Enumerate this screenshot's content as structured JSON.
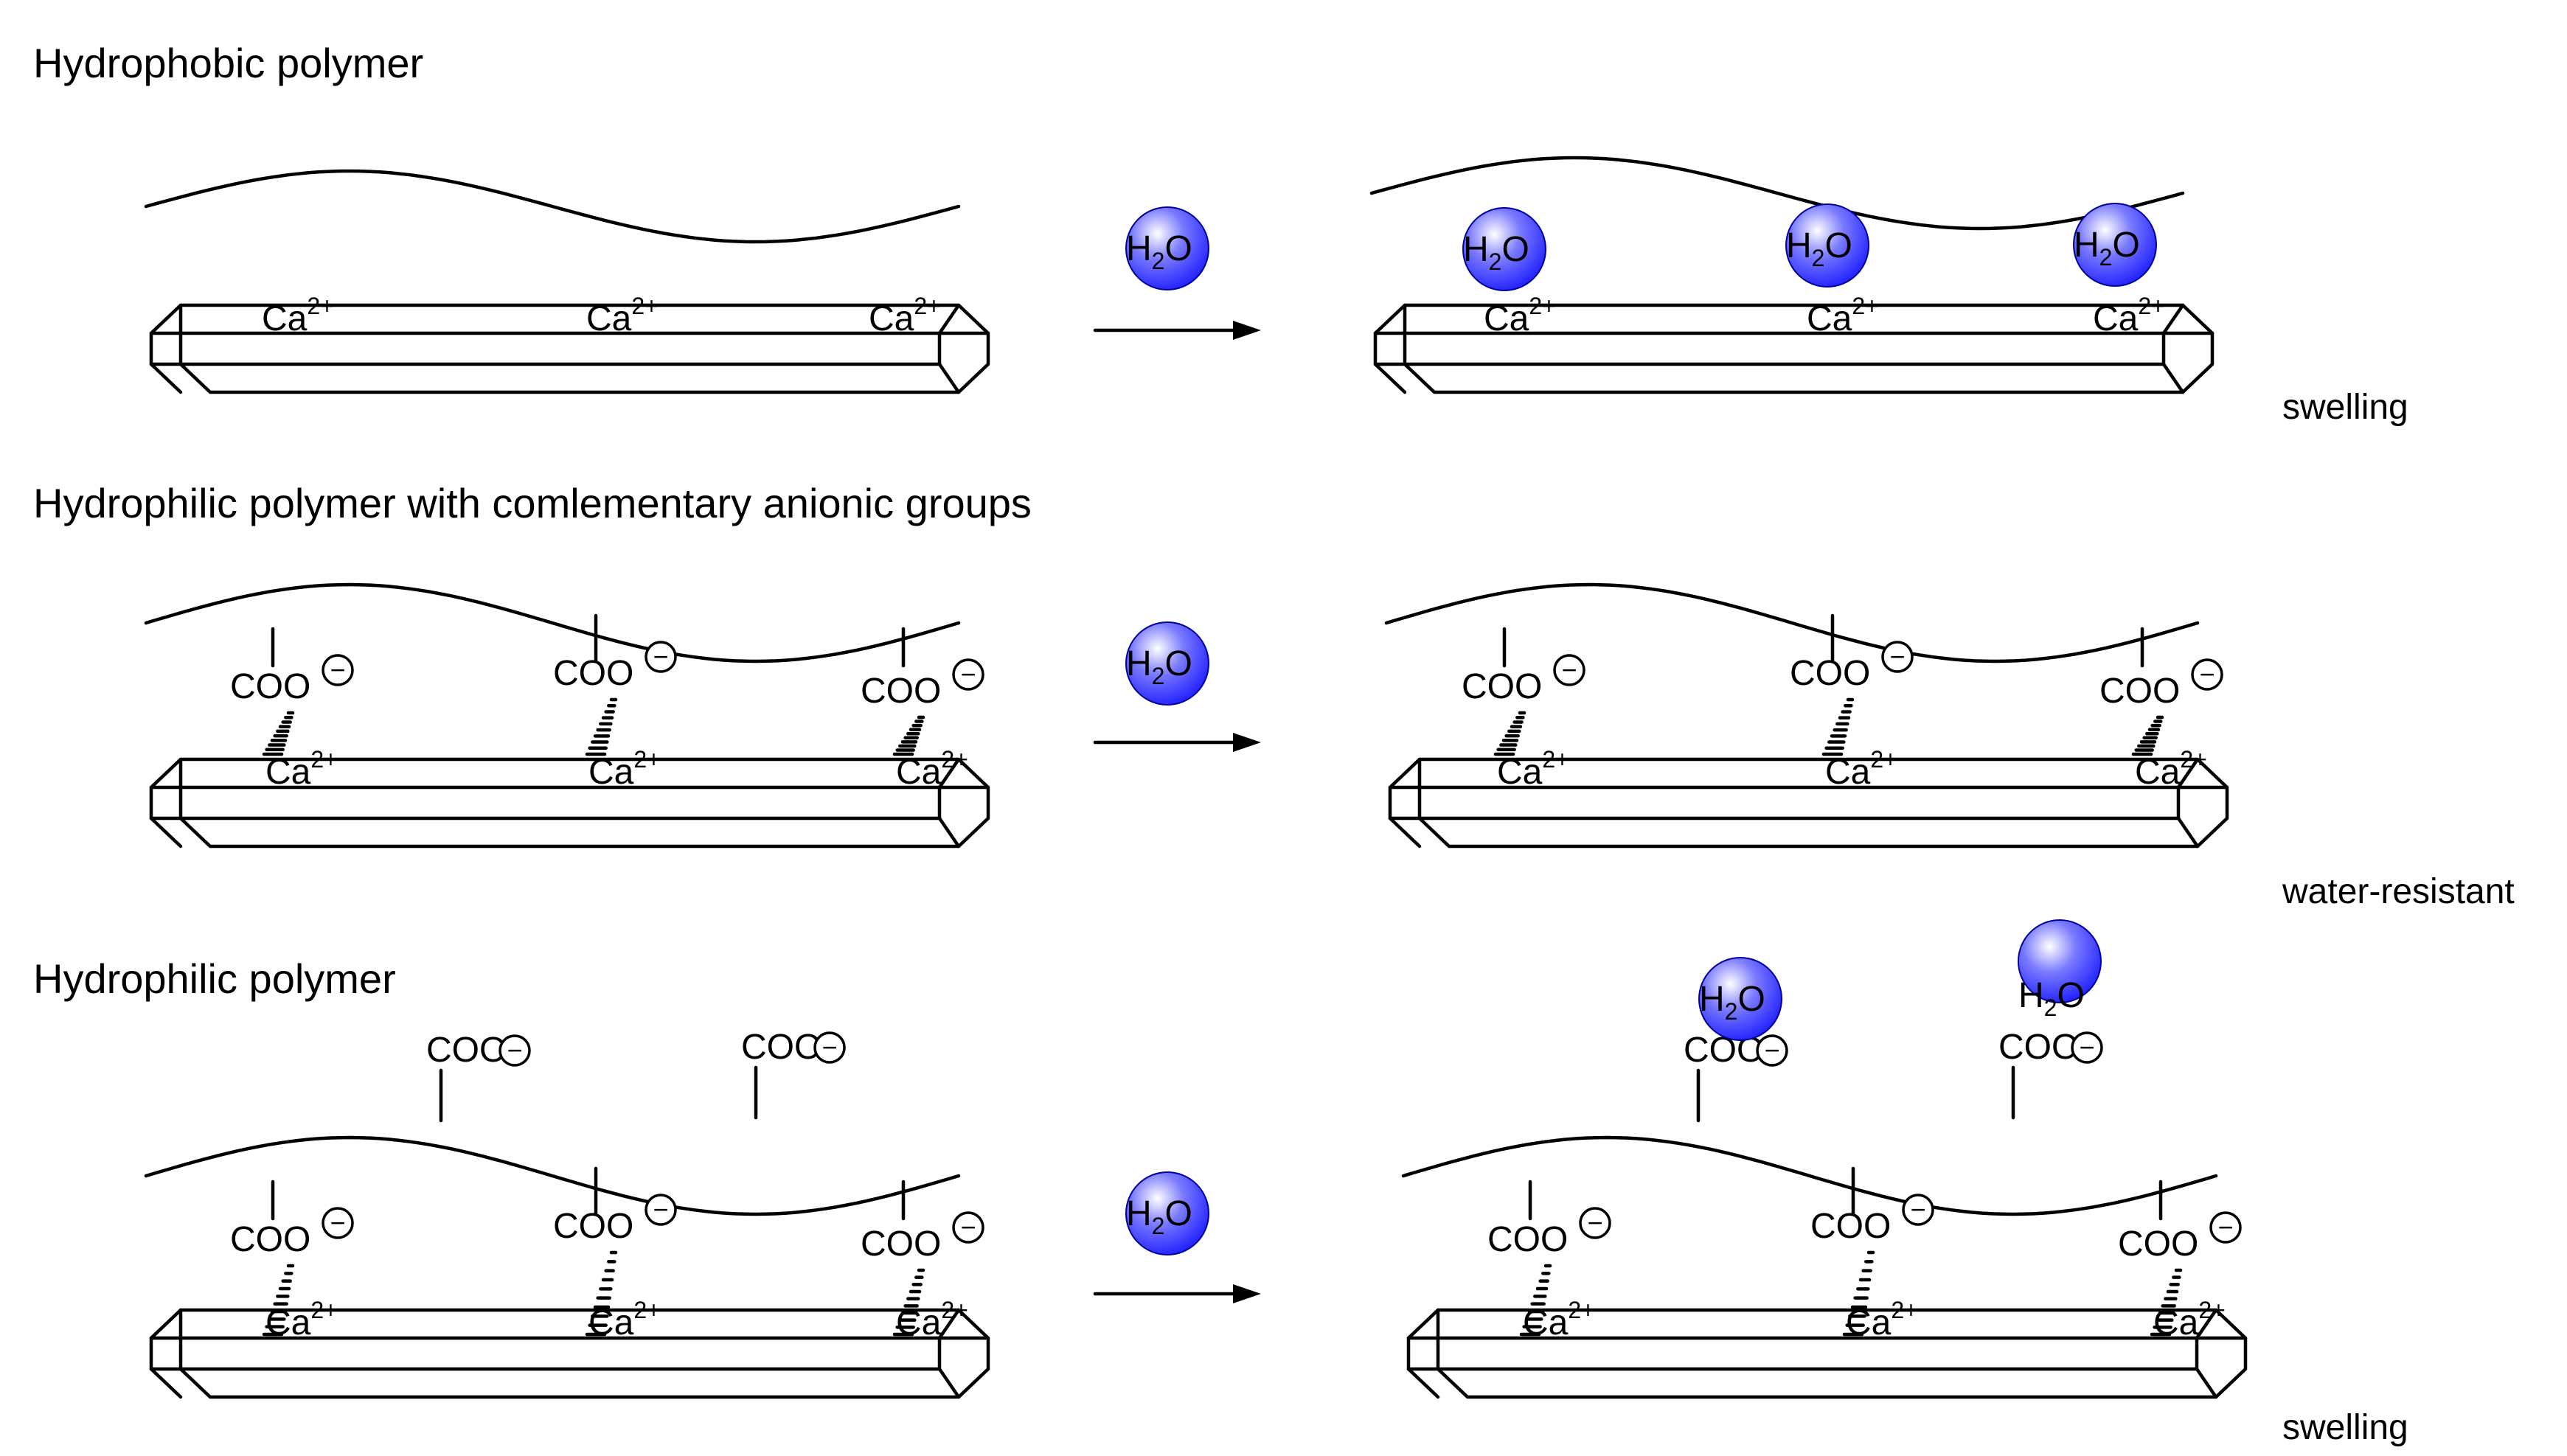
{
  "panels": [
    {
      "title": "Hydrophobic polymer",
      "result": "swelling"
    },
    {
      "title": "Hydrophilic polymer with comlementary anionic groups",
      "result": "water-resistant"
    },
    {
      "title": "Hydrophilic polymer",
      "result": "swelling"
    }
  ],
  "labels": {
    "water": "H",
    "water_sub": "2",
    "water_tail": "O",
    "calcium": "Ca",
    "calcium_charge": "2+",
    "carboxylate": "COO",
    "anion_charge": "−"
  },
  "colors": {
    "water_sphere": "#2424ff",
    "water_highlight": "#ffffff",
    "line": "#000000"
  }
}
